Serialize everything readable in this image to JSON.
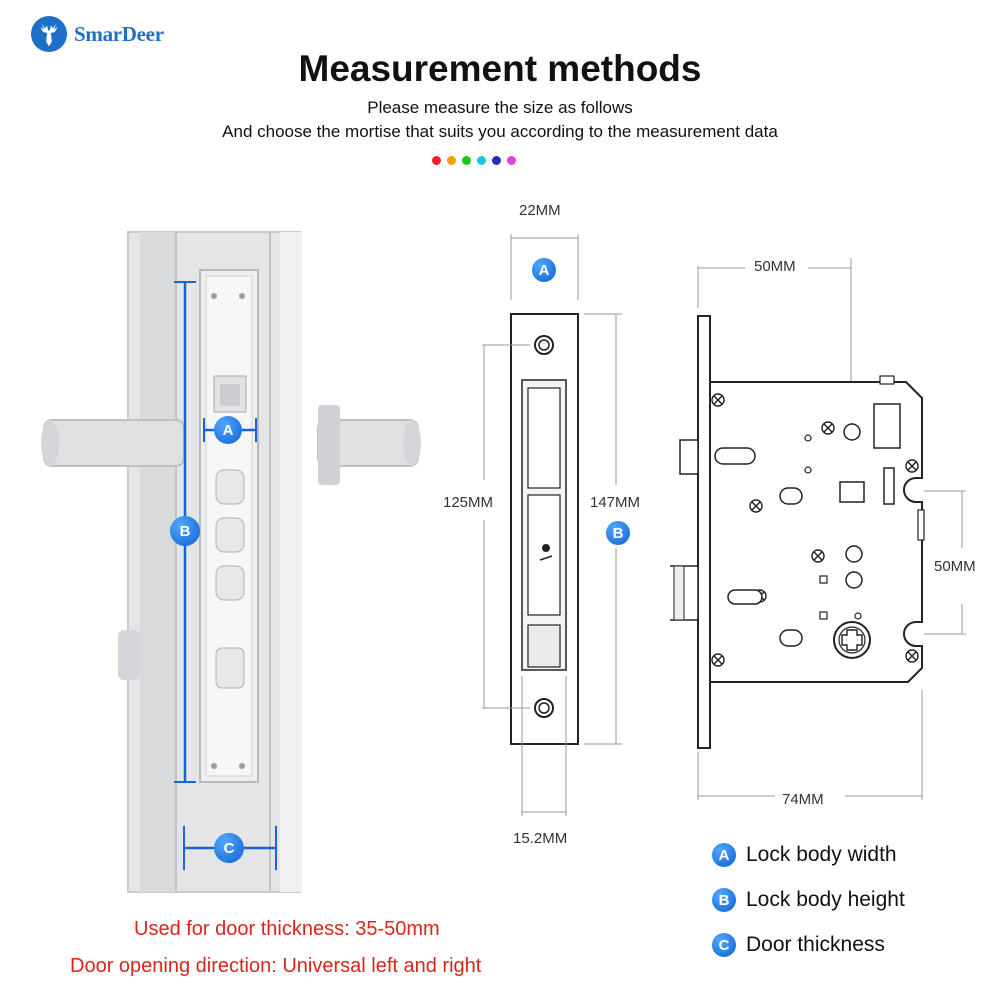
{
  "brand": {
    "name": "SmarDeer",
    "icon": "deer-head-icon",
    "color": "#1e6fc8"
  },
  "title": "Measurement methods",
  "subtitle_lines": [
    "Please measure the size as follows",
    "And choose the mortise that suits you according to the measurement data"
  ],
  "color_dots": [
    "#e8232a",
    "#f5a000",
    "#1ec71e",
    "#19c8d8",
    "#2a2ab8",
    "#e83fd8"
  ],
  "door_photo": {
    "markers": {
      "a": "A",
      "b": "B",
      "c": "C"
    }
  },
  "faceplate_diagram": {
    "width_label": "22MM",
    "marker": "A",
    "hole_spacing_label": "125MM",
    "height_label": "147MM",
    "height_marker": "B",
    "bottom_label": "15.2MM"
  },
  "lock_body_diagram": {
    "top_label": "50MM",
    "right_label": "50MM",
    "bottom_label": "74MM"
  },
  "notes": [
    "Used for door thickness: 35-50mm",
    "Door opening direction: Universal left and right"
  ],
  "legend": [
    {
      "badge": "A",
      "label": "Lock body width"
    },
    {
      "badge": "B",
      "label": "Lock body height"
    },
    {
      "badge": "C",
      "label": "Door thickness"
    }
  ],
  "accent_color": "#1a63d6",
  "note_color": "#d9261c"
}
